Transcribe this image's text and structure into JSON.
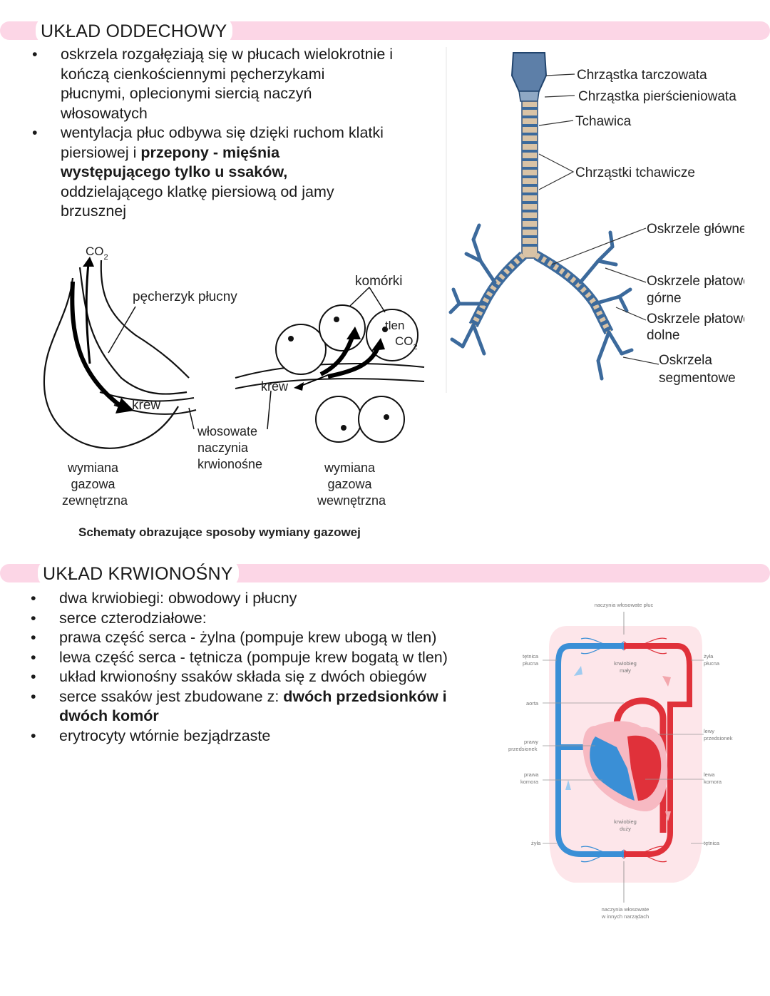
{
  "respiratory": {
    "title": "UKŁAD ODDECHOWY",
    "bullets": [
      {
        "lines": [
          "oskrzela rozgałęziają się w płucach wielokrotnie i",
          "kończą cienkościennymi pęcherzykami",
          "płucnymi, oplecionymi siercią naczyń",
          "włosowatych"
        ]
      },
      {
        "line1": "wentylacja płuc odbywa się dzięki ruchom klatki",
        "line2_normal": "piersiowej i ",
        "line2_bold": "przepony - mięśnia",
        "line3_bold": "występującego tylko u ssaków,",
        "line4": "oddzielającego klatkę piersiową od jamy",
        "line5": "brzusznej"
      }
    ],
    "bullet_symbol": "•",
    "gas_diagram": {
      "co2_top": "CO",
      "co2_sub": "2",
      "alveolus_label": "pęcherzyk płucny",
      "blood_left": "krew",
      "cells_label": "komórki",
      "oxygen_label": "tlen",
      "co2_right": "CO",
      "co2_right_sub": "2",
      "blood_right": "krew",
      "capillaries": [
        "włosowate",
        "naczynia",
        "krwionośne"
      ],
      "external_exchange": [
        "wymiana",
        "gazowa",
        "zewnętrzna"
      ],
      "internal_exchange": [
        "wymiana",
        "gazowa",
        "wewnętrzna"
      ],
      "caption": "Schematy obrazujące sposoby wymiany gazowej"
    },
    "trachea_diagram": {
      "labels": [
        "Chrząstka tarczowata",
        "Chrząstka pierścieniowata",
        "Tchawica",
        "Chrząstki tchawicze",
        "Oskrzele główne",
        "Oskrzele płatowe",
        "górne",
        "Oskrzele płatowe",
        "dolne",
        "Oskrzela",
        "segmentowe"
      ]
    }
  },
  "circulatory": {
    "title": "UKŁAD KRWIONOŚNY",
    "bullets": [
      "dwa krwiobiegi: obwodowy i płucny",
      "serce czterodziałowe:",
      "prawa część serca - żylna (pompuje krew ubogą w tlen)",
      "lewa część serca - tętnicza (pompuje krew bogatą w tlen)",
      "układ krwionośny ssaków składa się z dwóch obiegów"
    ],
    "bullet6_normal": "serce ssaków jest zbudowane z: ",
    "bullet6_bold1": "dwóch przedsionków i",
    "bullet6_bold2": "dwóch komór",
    "bullet7": "erytrocyty wtórnie bezjądrzaste",
    "heart_diagram": {
      "top": "naczynia włosowate płuc",
      "pulm_artery": [
        "tętnica",
        "płucna"
      ],
      "pulm_vein": [
        "żyła",
        "płucna"
      ],
      "small_circ": [
        "krwiobieg",
        "mały"
      ],
      "aorta": "aorta",
      "right_atrium": [
        "prawy",
        "przedsionek"
      ],
      "left_atrium": [
        "lewy",
        "przedsionek"
      ],
      "right_ventricle": [
        "prawa",
        "komora"
      ],
      "left_ventricle": [
        "lewa",
        "komora"
      ],
      "big_circ": [
        "krwiobieg",
        "duży"
      ],
      "vein": "żyła",
      "artery": "tętnica",
      "bottom": [
        "naczynia włosowate",
        "w innych narządach"
      ]
    },
    "colors": {
      "arterial": "#e0313a",
      "venous": "#3a8fd6",
      "pink_bar": "#fcd6e6"
    }
  }
}
